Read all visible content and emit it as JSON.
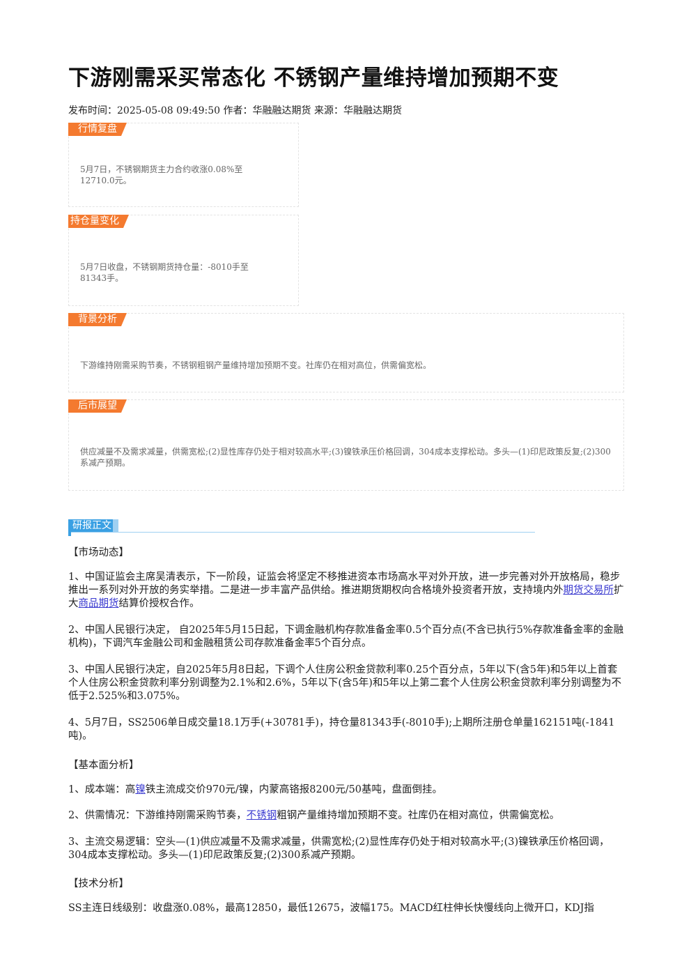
{
  "title": "下游刚需采买常态化 不锈钢产量维持增加预期不变",
  "meta": "发布时间：2025-05-08 09:49:50 作者：华融融达期货 来源：华融融达期货",
  "boxes": [
    {
      "tag": "行情复盘",
      "text": "5月7日，不锈钢期货主力合约收涨0.08%至12710.0元。"
    },
    {
      "tag": "持仓量变化",
      "text": "5月7日收盘，不锈钢期货持仓量：-8010手至81343手。"
    },
    {
      "tag": "背景分析",
      "text": "下游维持刚需采购节奏，不锈钢粗钢产量维持增加预期不变。社库仍在相对高位，供需偏宽松。"
    },
    {
      "tag": "后市展望",
      "text": "供应减量不及需求减量，供需宽松;(2)显性库存仍处于相对较高水平;(3)镍铁承压价格回调，304成本支撑松动。多头—(1)印尼政策反复;(2)300系减产预期。"
    }
  ],
  "body_tag": "研报正文",
  "sections": {
    "market": "【市场动态】",
    "fundamental": "【基本面分析】",
    "technical": "【技术分析】"
  },
  "paras": {
    "p1_a": "1、中国证监会主席吴清表示，下一阶段，证监会将坚定不移推进资本市场高水平对外开放，进一步完善对外开放格局，稳步推出一系列对外开放的务实举措。二是进一步丰富产品供给。推进期货期权向合格境外投资者开放，支持境内外",
    "p1_link1": "期货交易所",
    "p1_b": "扩大",
    "p1_link2": "商品期货",
    "p1_c": "结算价授权合作。",
    "p2": "2、中国人民银行决定， 自2025年5月15日起，下调金融机构存款准备金率0.5个百分点(不含已执行5%存款准备金率的金融机构)，下调汽车金融公司和金融租赁公司存款准备金率5个百分点。",
    "p3": "3、中国人民银行决定，自2025年5月8日起，下调个人住房公积金贷款利率0.25个百分点，5年以下(含5年)和5年以上首套个人住房公积金贷款利率分别调整为2.1%和2.6%，5年以下(含5年)和5年以上第二套个人住房公积金贷款利率分别调整为不低于2.525%和3.075%。",
    "p4": "4、5月7日，SS2506单日成交量18.1万手(+30781手)，持仓量81343手(-8010手);上期所注册仓单量162151吨(-1841吨)。",
    "f1_a": "1、成本端：高",
    "f1_link": "镍",
    "f1_b": "铁主流成交价970元/镍，内蒙高铬报8200元/50基吨，盘面倒挂。",
    "f2_a": "2、供需情况：下游维持刚需采购节奏，",
    "f2_link": "不锈钢",
    "f2_b": "粗钢产量维持增加预期不变。社库仍在相对高位，供需偏宽松。",
    "f3": "3、主流交易逻辑：空头—(1)供应减量不及需求减量，供需宽松;(2)显性库存仍处于相对较高水平;(3)镍铁承压价格回调，304成本支撑松动。多头—(1)印尼政策反复;(2)300系减产预期。",
    "t1": "SS主连日线级别：收盘涨0.08%，最高12850，最低12675，波幅175。MACD红柱伸长快慢线向上微开口，KDJ指"
  },
  "colors": {
    "orange_tag": "#f47a2f",
    "blue_tag": "#3aa0e3",
    "link": "#3b3bd0"
  }
}
